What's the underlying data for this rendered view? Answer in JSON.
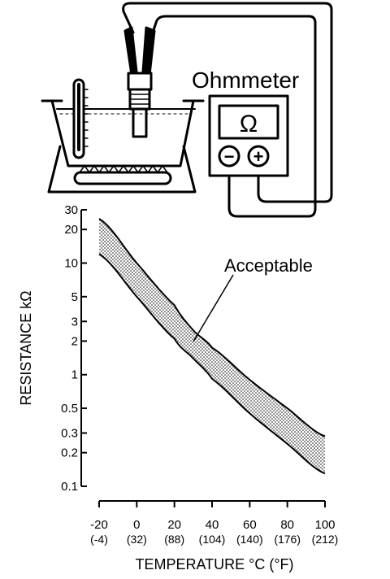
{
  "diagram": {
    "meter_label": "Ohmmeter",
    "meter_symbol": "Ω",
    "minus_symbol": "−",
    "plus_symbol": "+"
  },
  "chart_data": {
    "type": "area",
    "xlabel": "TEMPERATURE °C (°F)",
    "ylabel": "RESISTANCE kΩ",
    "annotation": "Acceptable",
    "y_scale": "log",
    "xlim": [
      -20,
      100
    ],
    "ylim": [
      0.1,
      30
    ],
    "x_ticks": [
      -20,
      0,
      20,
      40,
      60,
      80,
      100
    ],
    "x_tick_labels": [
      "-20",
      "0",
      "20",
      "40",
      "60",
      "80",
      "100"
    ],
    "x_tick_labels_f": [
      "(-4)",
      "(32)",
      "(88)",
      "(104)",
      "(140)",
      "(176)",
      "(212)"
    ],
    "y_ticks": [
      0.1,
      0.2,
      0.3,
      0.5,
      1,
      2,
      3,
      5,
      10,
      20,
      30
    ],
    "y_tick_labels": [
      "0.1",
      "0.2",
      "0.3",
      "0.5",
      "1",
      "2",
      "3",
      "5",
      "10",
      "20",
      "30"
    ],
    "upper_limit": {
      "x": [
        -20,
        0,
        20,
        30,
        40,
        60,
        80,
        100
      ],
      "y": [
        25,
        10,
        4.2,
        2.5,
        1.75,
        0.9,
        0.5,
        0.28
      ]
    },
    "lower_limit": {
      "x": [
        -20,
        0,
        20,
        30,
        40,
        60,
        80,
        100
      ],
      "y": [
        12,
        5,
        2.1,
        1.4,
        0.92,
        0.45,
        0.24,
        0.13
      ]
    },
    "grid": false,
    "colors": {
      "ink": "#000000",
      "band": "#000000"
    }
  }
}
